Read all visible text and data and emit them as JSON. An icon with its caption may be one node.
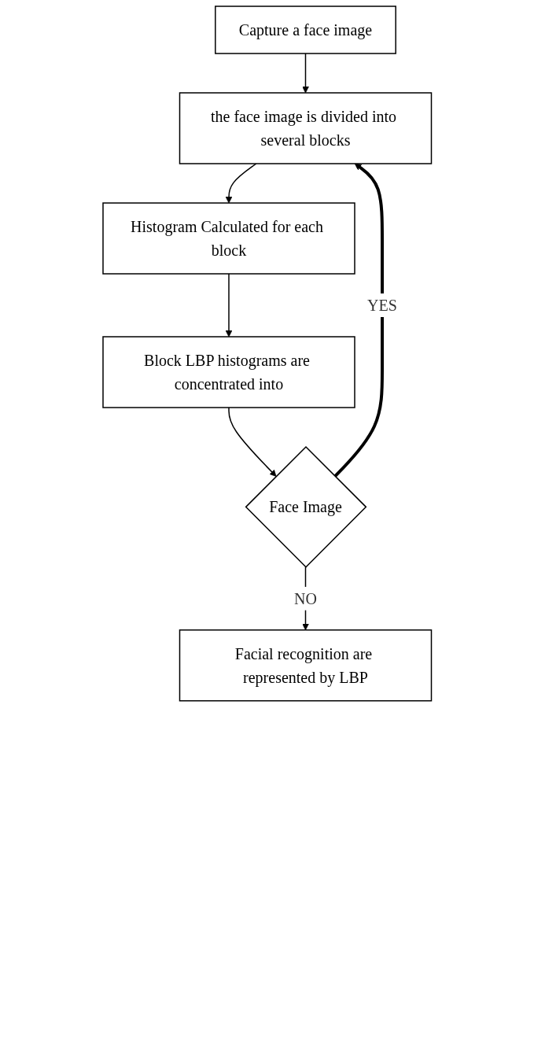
{
  "diagram": {
    "nodes": [
      {
        "text": [
          "Capture a face image"
        ]
      },
      {
        "text": [
          "the face image is divided into several blocks"
        ]
      },
      {
        "text": [
          "Histogram Calculated for each block"
        ]
      },
      {
        "text": [
          "Block LBP histograms are concentrated into"
        ]
      },
      {
        "text": [
          "Face Image"
        ]
      },
      {
        "text": [
          "Facial recognition are represented by LBP"
        ]
      }
    ],
    "edges": [
      {
        "from": 0,
        "to": 1,
        "arrow": "to"
      },
      {
        "from": 1,
        "to": 2,
        "arrow": "to"
      },
      {
        "from": 2,
        "to": 3,
        "arrow": "to"
      },
      {
        "from": 3,
        "to": 4,
        "arrow": "to"
      },
      {
        "from": 4,
        "to": 5,
        "arrow": "to",
        "label": "NO"
      },
      {
        "from": 4,
        "to": 1,
        "arrow": "to",
        "label": "YES",
        "style": "thick"
      }
    ]
  }
}
